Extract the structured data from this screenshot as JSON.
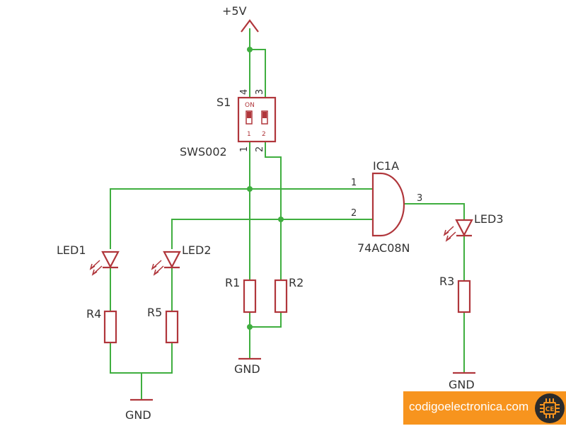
{
  "power": {
    "supply_label": "+5V"
  },
  "switch": {
    "ref": "S1",
    "value": "SWS002",
    "on_text": "ON",
    "positions": [
      "1",
      "2"
    ],
    "pins": [
      "4",
      "3",
      "1",
      "2"
    ]
  },
  "gate": {
    "ref": "IC1A",
    "value": "74AC08N",
    "pins": [
      "1",
      "2",
      "3"
    ]
  },
  "leds": [
    {
      "ref": "LED1"
    },
    {
      "ref": "LED2"
    },
    {
      "ref": "LED3"
    }
  ],
  "resistors": [
    {
      "ref": "R1"
    },
    {
      "ref": "R2"
    },
    {
      "ref": "R3"
    },
    {
      "ref": "R4"
    },
    {
      "ref": "R5"
    }
  ],
  "grounds": [
    "GND",
    "GND",
    "GND"
  ],
  "brand": {
    "text": "codigoelectronica.com",
    "logo_text": "CE"
  },
  "colors": {
    "wire": "#3fae3f",
    "component": "#b0363b",
    "brand_bg": "#f7941e"
  }
}
